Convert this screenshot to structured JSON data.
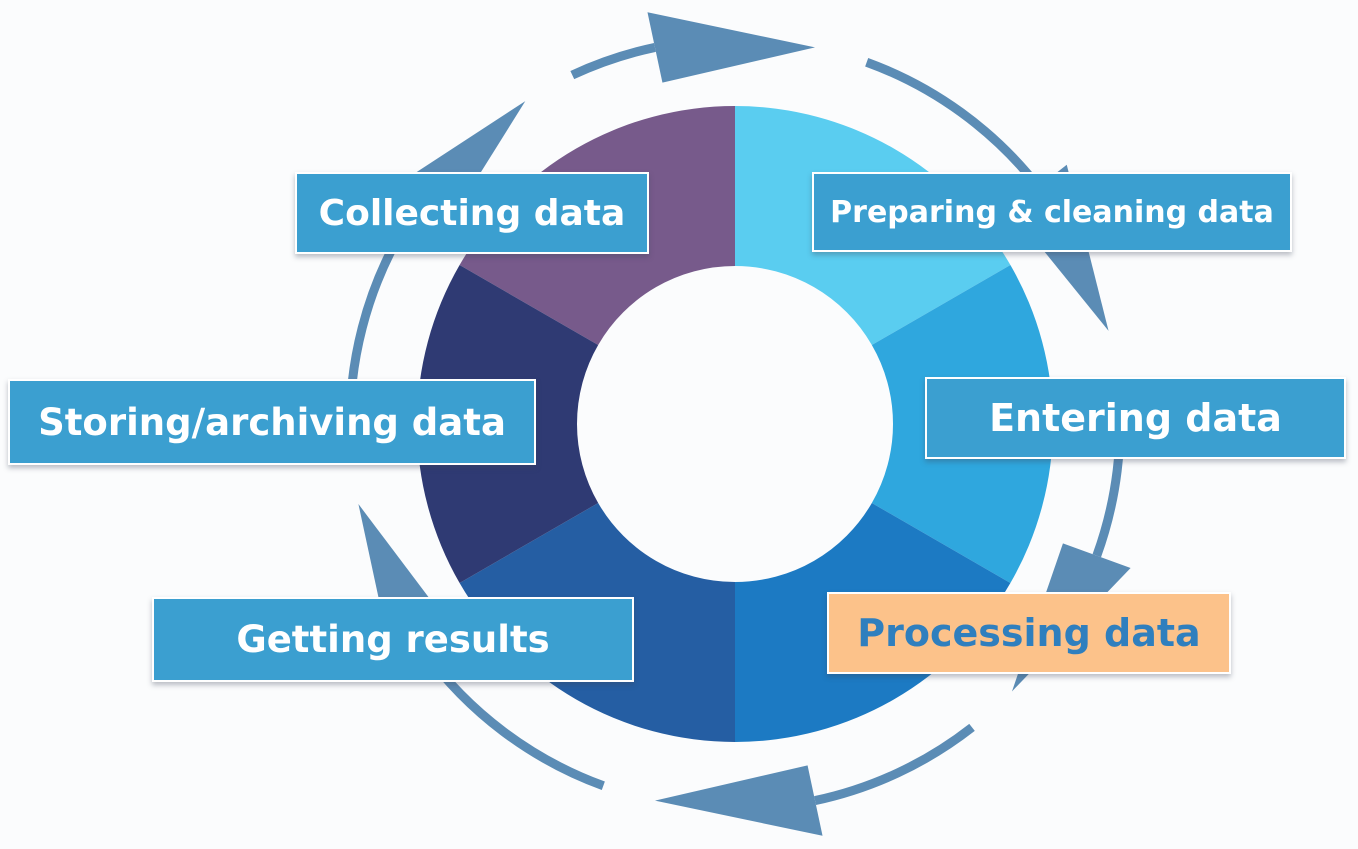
{
  "colors": {
    "background": "#fbfcfd",
    "arrow": "#5b8cb5",
    "label_fill": "#3b9fd0",
    "label_text": "#ffffff",
    "highlight_fill": "#fcc28a",
    "highlight_text": "#2f7fbe"
  },
  "cycle": {
    "stages": [
      {
        "id": "collecting",
        "label": "Collecting data",
        "segment_color": "#775a8b",
        "highlighted": false
      },
      {
        "id": "preparing",
        "label": "Preparing & cleaning data",
        "segment_color": "#5acdf0",
        "highlighted": false
      },
      {
        "id": "entering",
        "label": "Entering data",
        "segment_color": "#2fa7de",
        "highlighted": false
      },
      {
        "id": "processing",
        "label": "Processing data",
        "segment_color": "#1c7ac3",
        "highlighted": true
      },
      {
        "id": "getting",
        "label": "Getting results",
        "segment_color": "#255ea3",
        "highlighted": false
      },
      {
        "id": "storing",
        "label": "Storing/archiving data",
        "segment_color": "#2f3a73",
        "highlighted": false
      }
    ],
    "flow_direction": "clockwise"
  }
}
